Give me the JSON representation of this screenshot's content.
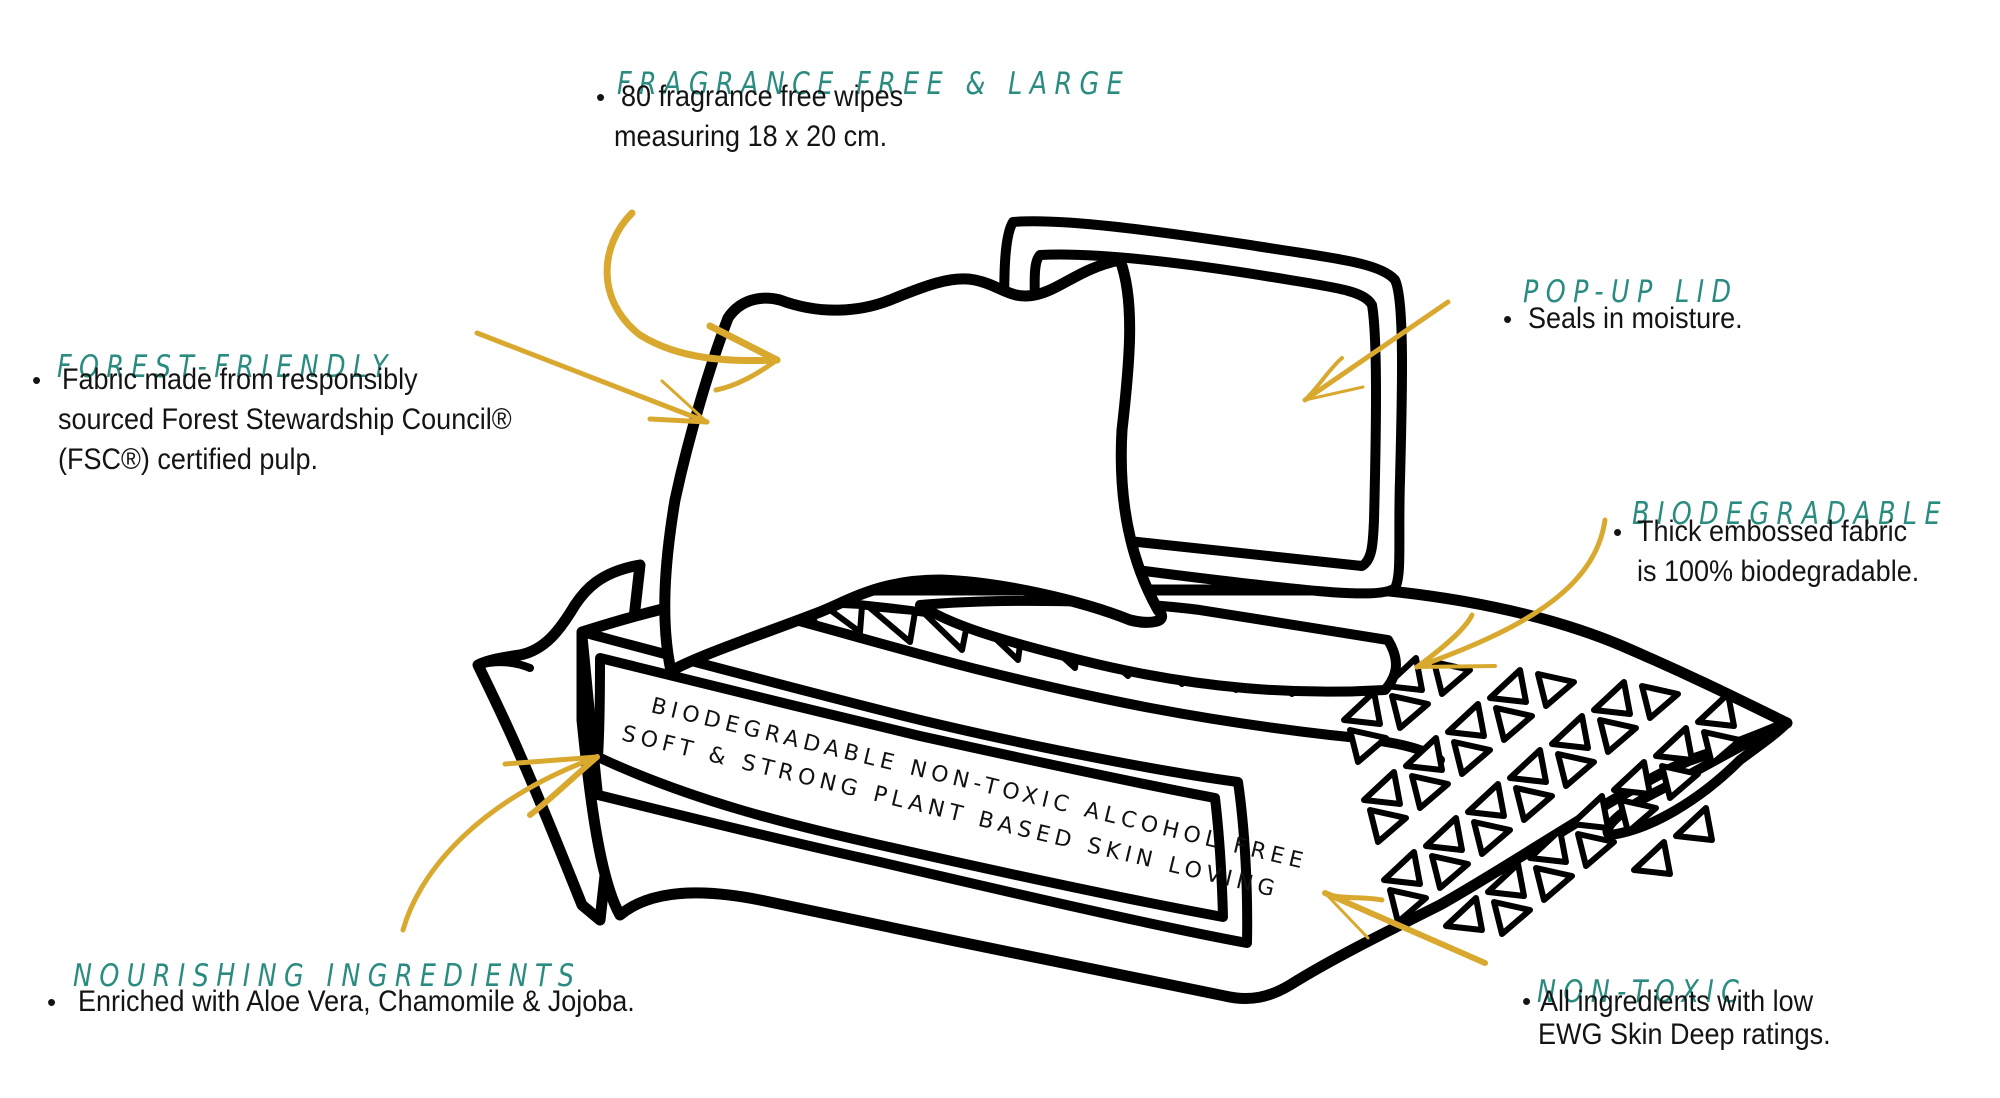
{
  "colors": {
    "heading": "#2a8c80",
    "body_text": "#141414",
    "arrow": "#d9a92f",
    "ink": "#000000",
    "background": "#ffffff"
  },
  "features": {
    "fragrance": {
      "heading": "FRAGRANCE FREE & LARGE",
      "bullet": "•",
      "lines": [
        "80 fragrance free wipes",
        "measuring 18 x 20 cm."
      ]
    },
    "forest": {
      "heading": "FOREST-FRIENDLY",
      "bullet": "•",
      "lines": [
        "Fabric made from responsibly",
        "sourced Forest Stewardship Council®",
        "(FSC®) certified pulp."
      ]
    },
    "popup": {
      "heading": "POP-UP LID",
      "bullet": "•",
      "lines": [
        "Seals in moisture."
      ]
    },
    "biodegradable": {
      "heading": "BIODEGRADABLE",
      "bullet": "•",
      "lines": [
        "Thick embossed fabric",
        "is 100% biodegradable."
      ]
    },
    "nourishing": {
      "heading": "NOURISHING INGREDIENTS",
      "bullet": "•",
      "lines": [
        "Enriched with Aloe Vera, Chamomile & Jojoba."
      ]
    },
    "nontoxic": {
      "heading": "NON-TOXIC",
      "bullet": "•",
      "lines": [
        "All ingredients with low",
        "EWG Skin Deep ratings."
      ]
    }
  },
  "illustration": {
    "subject": "wet-wipes-pouch-with-pop-up-lid",
    "label_lines": [
      "BIODEGRADABLE   NON-TOXIC   ALCOHOL FREE",
      "SOFT & STRONG   PLANT BASED   SKIN LOVING"
    ],
    "arrows": [
      {
        "points_to": "wipe",
        "from_feature": "fragrance"
      },
      {
        "points_to": "wipe",
        "from_feature": "forest"
      },
      {
        "points_to": "lid",
        "from_feature": "popup"
      },
      {
        "points_to": "embossed-pattern",
        "from_feature": "biodegradable"
      },
      {
        "points_to": "label",
        "from_feature": "nourishing"
      },
      {
        "points_to": "pouch-body",
        "from_feature": "nontoxic"
      }
    ]
  }
}
